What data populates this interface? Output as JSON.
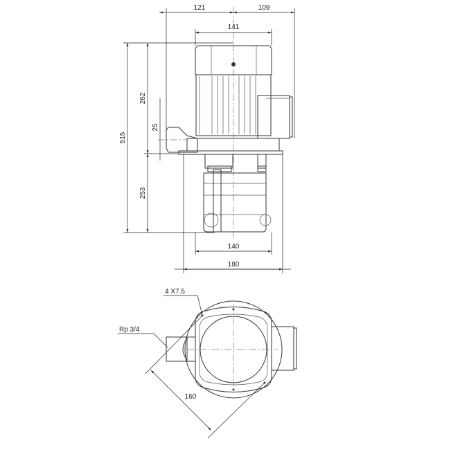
{
  "dimensions": {
    "width_left": "121",
    "width_right": "109",
    "motor_width": "141",
    "total_height": "515",
    "motor_height": "262",
    "bracket_offset": "25",
    "immersion_depth": "253",
    "pump_width": "140",
    "flange_width": "180",
    "bolt_circle": "160"
  },
  "annotations": {
    "holes": "4  X7.5",
    "thread": "Rp 3/4"
  },
  "colors": {
    "line": "#333333",
    "background": "#ffffff"
  }
}
